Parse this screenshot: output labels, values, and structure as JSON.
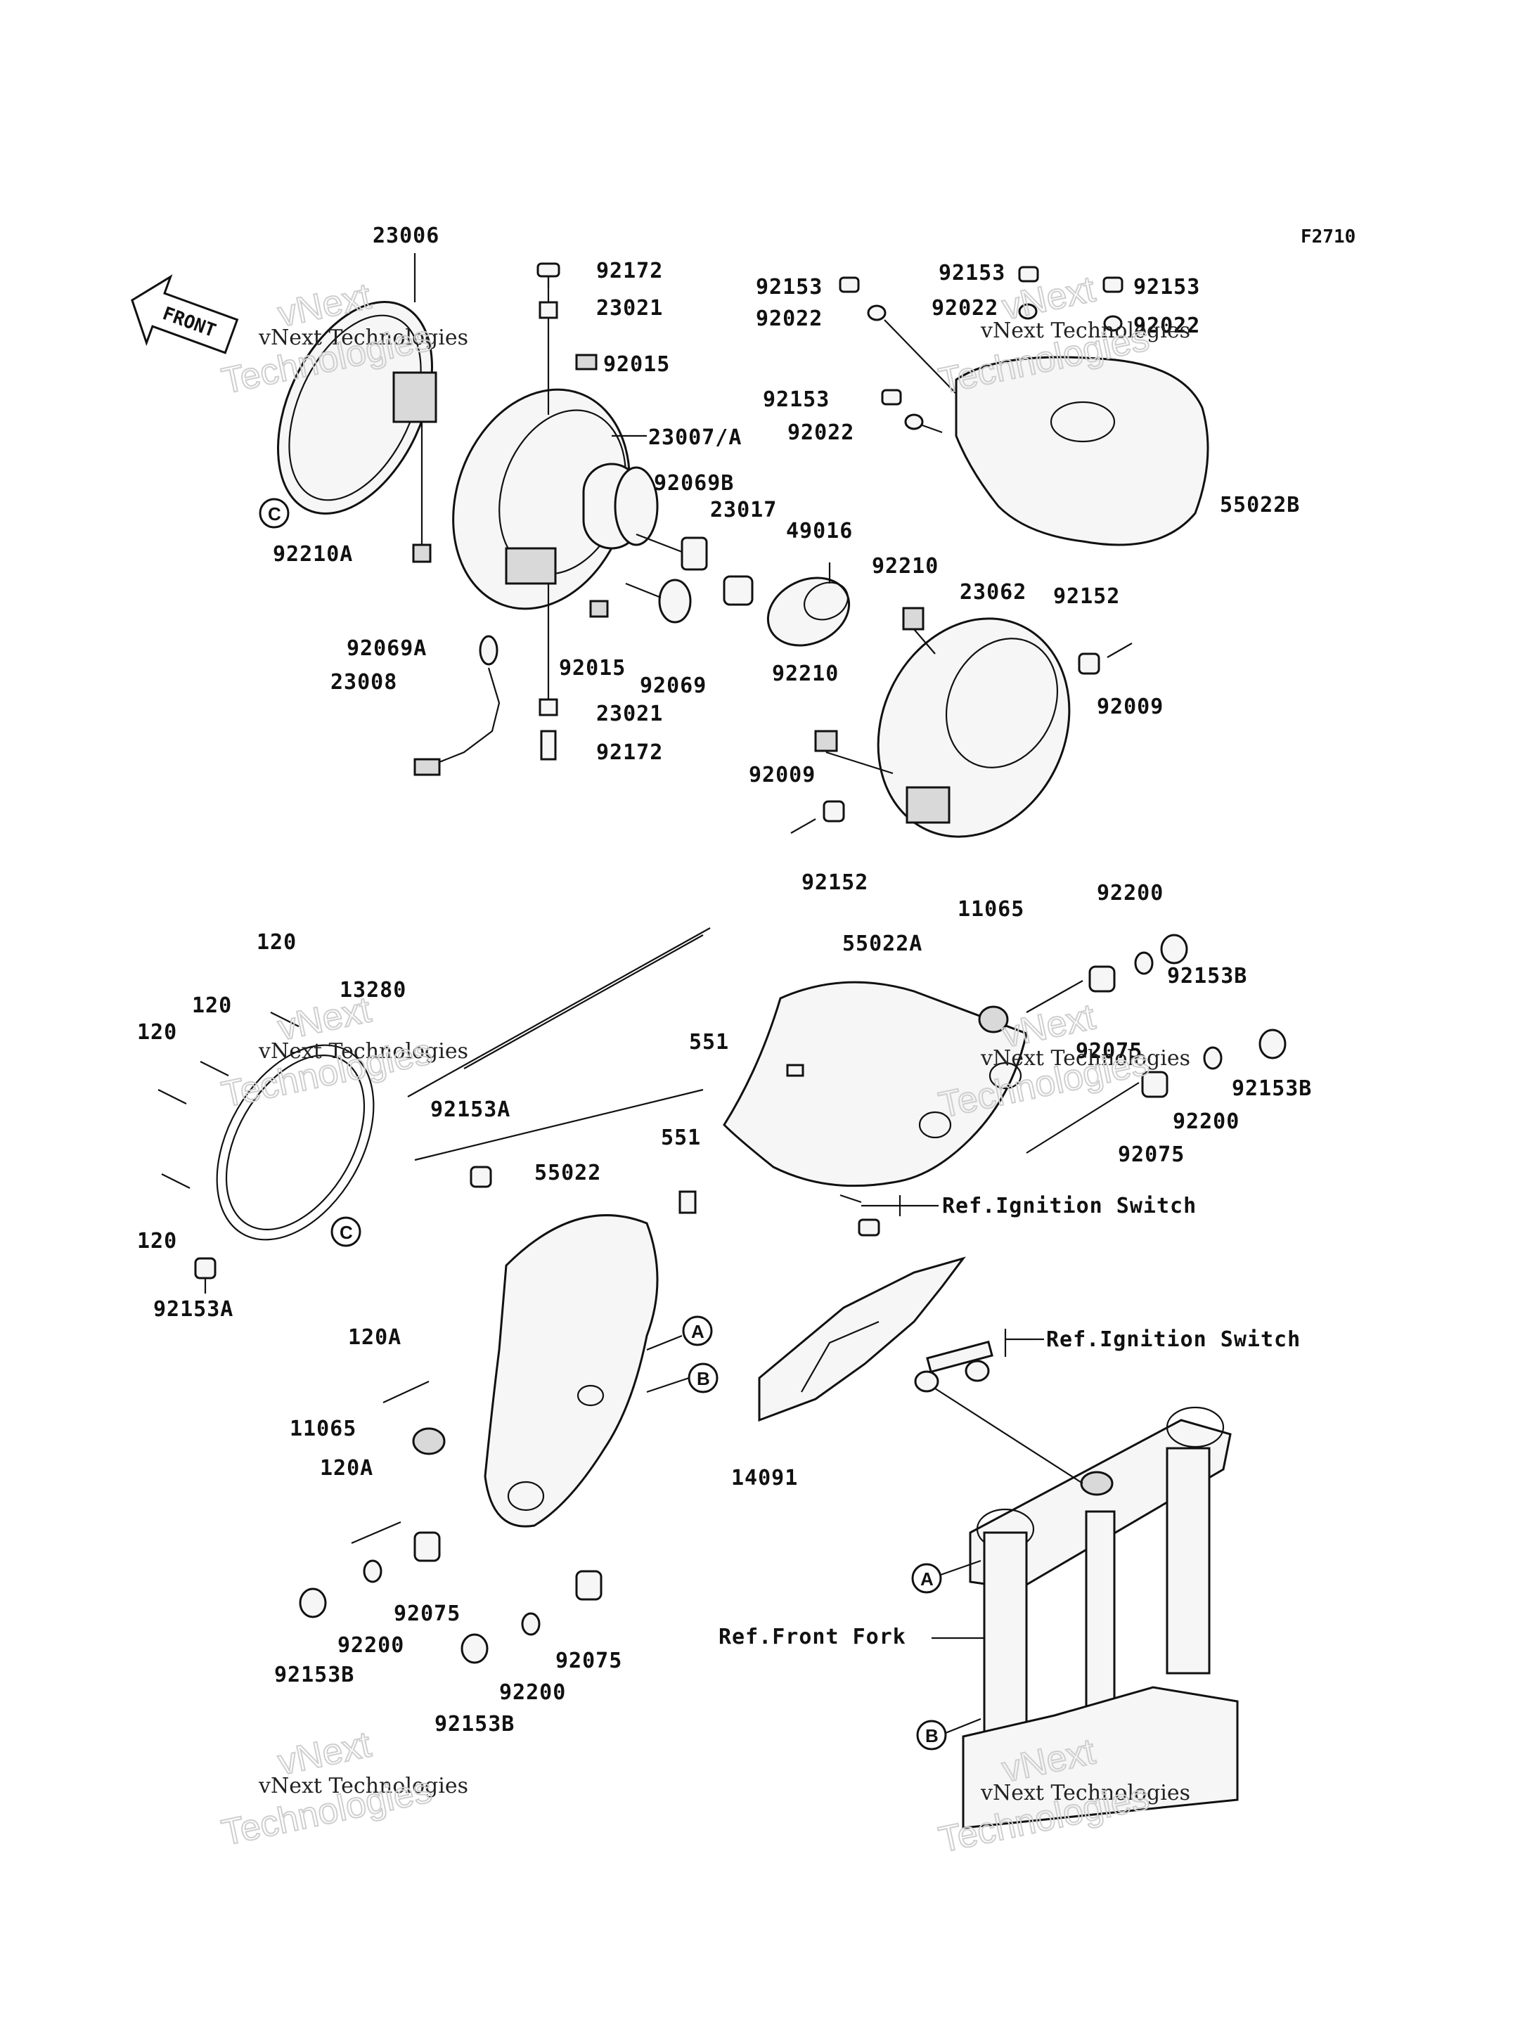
{
  "figure_code": "F2710",
  "front_arrow": "FRONT",
  "watermark": {
    "line1": "vNext Technologies",
    "ghost1": "vNext",
    "ghost2": "Technologies"
  },
  "labels": {
    "l23006": "23006",
    "l92172a": "92172",
    "l23021a": "23021",
    "l92015a": "92015",
    "l23007a": "23007/A",
    "l92069b": "92069B",
    "l92210a": "92210A",
    "l92069a": "92069A",
    "l23008": "23008",
    "l92015b": "92015",
    "l92069": "92069",
    "l23021b": "23021",
    "l92172b": "92172",
    "l23017": "23017",
    "l49016": "49016",
    "l92153_1": "92153",
    "l92022_1": "92022",
    "l92153_2": "92153",
    "l92022_2": "92022",
    "l92153_3": "92153",
    "l92022_3": "92022",
    "l92153_4": "92153",
    "l92022_4": "92022",
    "l55022b": "55022B",
    "l92210_1": "92210",
    "l23062": "23062",
    "l92152_1": "92152",
    "l92009_1": "92009",
    "l92210_2": "92210",
    "l92009_2": "92009",
    "l92152_2": "92152",
    "l120_1": "120",
    "l13280": "13280",
    "l120_2": "120",
    "l120_3": "120",
    "l92153a_1": "92153A",
    "l120_4": "120",
    "l92153a_2": "92153A",
    "l55022": "55022",
    "l120a_1": "120A",
    "l11065_1": "11065",
    "l120a_2": "120A",
    "l92075_1": "92075",
    "l92200_1": "92200",
    "l92153b_1": "92153B",
    "l92075_2": "92075",
    "l92200_2": "92200",
    "l92153b_2": "92153B",
    "l11065_2": "11065",
    "l55022a": "55022A",
    "l92200_3": "92200",
    "l92153b_3": "92153B",
    "l551_1": "551",
    "l92075_3": "92075",
    "l92153b_4": "92153B",
    "l92200_4": "92200",
    "l92075_4": "92075",
    "l551_2": "551",
    "ref_ign1": "Ref.Ignition Switch",
    "ref_ign2": "Ref.Ignition Switch",
    "l14091": "14091",
    "ref_fork": "Ref.Front Fork"
  },
  "callouts": {
    "c1": "C",
    "c2": "C",
    "a1": "A",
    "b1": "B",
    "a2": "A",
    "b2": "B"
  }
}
